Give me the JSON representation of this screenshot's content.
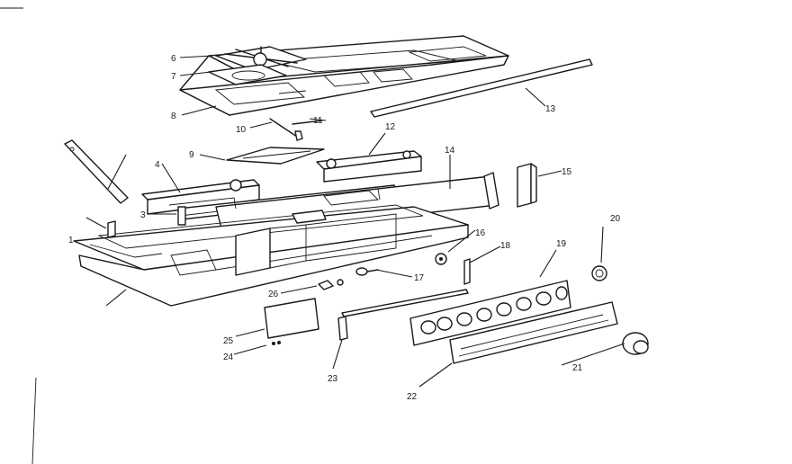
{
  "diagram": {
    "callouts": [
      {
        "id": "c1",
        "label": "1"
      },
      {
        "id": "c3",
        "label": "3"
      },
      {
        "id": "c4",
        "label": "4"
      },
      {
        "id": "c6",
        "label": "6"
      },
      {
        "id": "c7",
        "label": "7"
      },
      {
        "id": "c8",
        "label": "8"
      },
      {
        "id": "c9",
        "label": "9"
      },
      {
        "id": "c10",
        "label": "10"
      },
      {
        "id": "c11",
        "label": "11"
      },
      {
        "id": "c12",
        "label": "12"
      },
      {
        "id": "c13",
        "label": "13"
      },
      {
        "id": "c14",
        "label": "14"
      },
      {
        "id": "c15",
        "label": "15"
      },
      {
        "id": "c16",
        "label": "16"
      },
      {
        "id": "c17",
        "label": "17"
      },
      {
        "id": "c18",
        "label": "18"
      },
      {
        "id": "c19",
        "label": "19"
      },
      {
        "id": "c20",
        "label": "20"
      },
      {
        "id": "c21",
        "label": "21"
      },
      {
        "id": "c22",
        "label": "22"
      },
      {
        "id": "c23",
        "label": "23"
      },
      {
        "id": "c24",
        "label": "24"
      },
      {
        "id": "c25",
        "label": "25"
      },
      {
        "id": "c26",
        "label": "26"
      }
    ]
  }
}
